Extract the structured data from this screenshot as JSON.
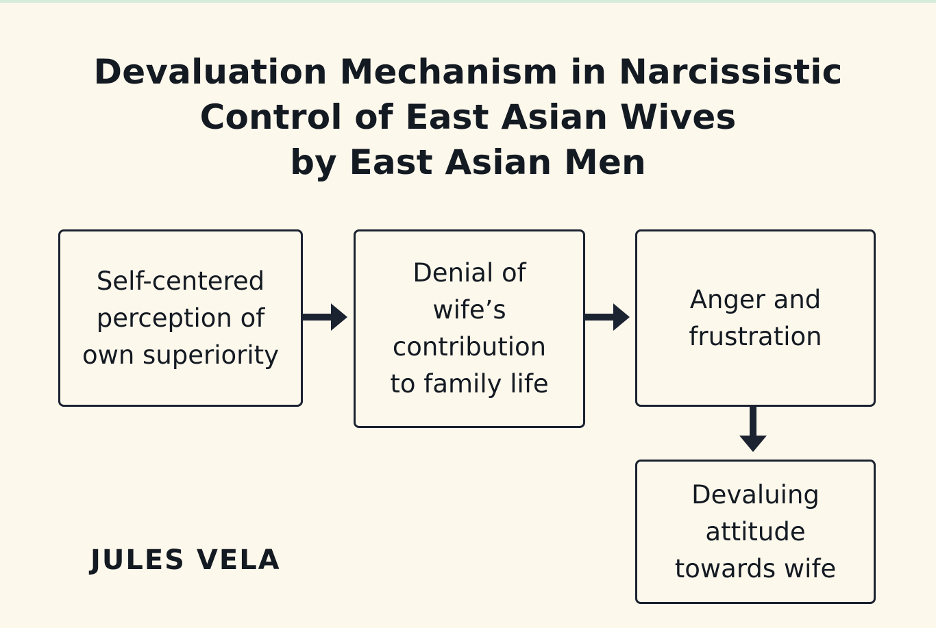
{
  "title_lines": [
    "Devaluation Mechanism in Narcissistic",
    "Control of East Asian Wives",
    "by East Asian Men"
  ],
  "boxes": [
    {
      "lines": [
        "Self-centered",
        "perception of",
        "own superiority"
      ]
    },
    {
      "lines": [
        "Denial of",
        "wife’s",
        "contribution",
        "to family life"
      ]
    },
    {
      "lines": [
        "Anger and",
        "frustration"
      ]
    },
    {
      "lines": [
        "Devaluing",
        "attitude",
        "towards wife"
      ]
    }
  ],
  "author": "JULES VELA",
  "colors": {
    "background": "#fdf8ec",
    "stroke": "#1b2230",
    "top_strip": "#d6ebd9"
  }
}
